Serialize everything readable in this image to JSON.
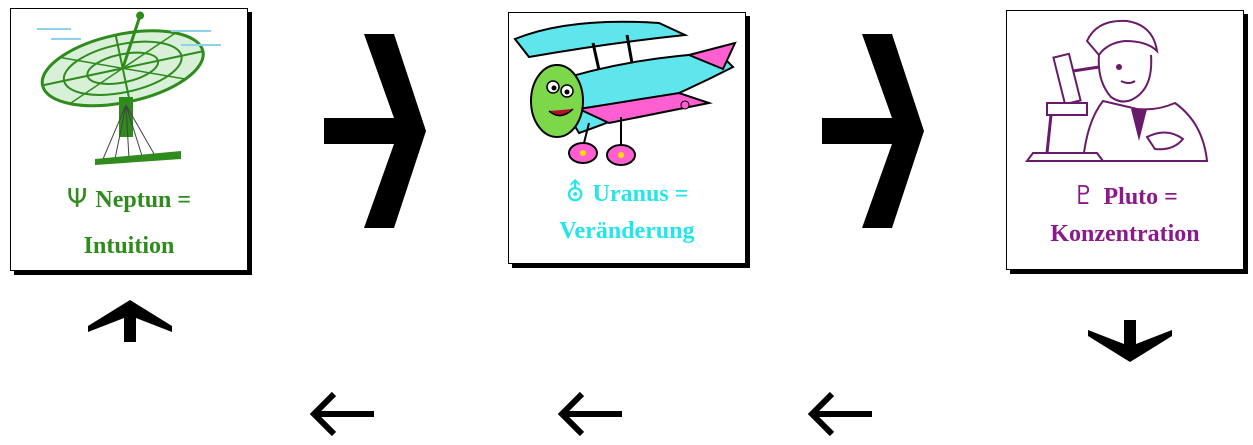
{
  "cards": {
    "neptun": {
      "symbol": "Ψ",
      "line1": "Neptun =",
      "line2": "Intuition",
      "color": "#2e8b1c",
      "illustration": "satellite-dish"
    },
    "uranus": {
      "symbol": "⛢",
      "line1": "Uranus =",
      "line2": "Veränderung",
      "color": "#22e6ec",
      "illustration": "cartoon-airplane"
    },
    "pluto": {
      "symbol": "♇",
      "line1": "Pluto =",
      "line2": "Konzentration",
      "color": "#8a1a8a",
      "illustration": "scientist-microscope"
    }
  },
  "arrows": {
    "flow": [
      "chevron-right",
      "chevron-right",
      "arrow-down",
      "arrow-left",
      "arrow-left",
      "arrow-left",
      "arrow-up"
    ]
  }
}
